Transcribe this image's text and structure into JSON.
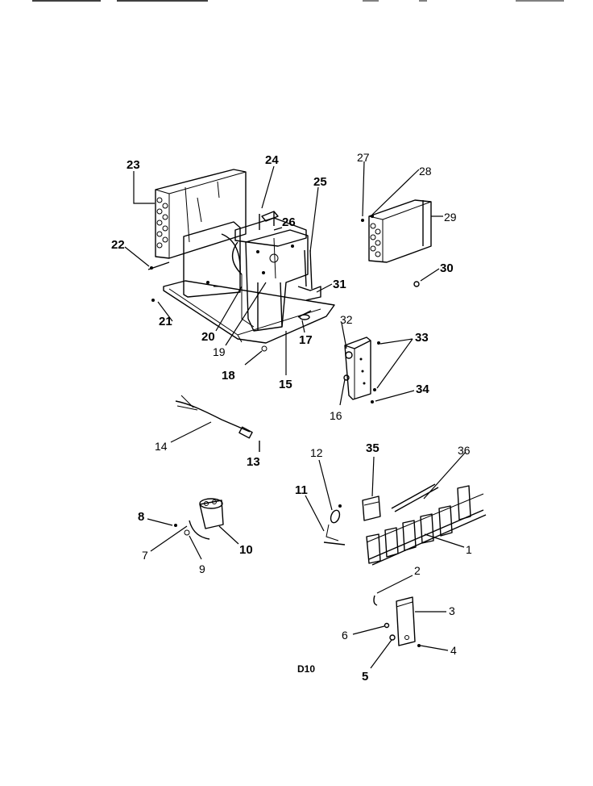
{
  "diagram_code": "D10",
  "callouts": [
    {
      "id": "23",
      "text": "23"
    },
    {
      "id": "24",
      "text": "24"
    },
    {
      "id": "25",
      "text": "25"
    },
    {
      "id": "26",
      "text": "26"
    },
    {
      "id": "27",
      "text": "27"
    },
    {
      "id": "28",
      "text": "28"
    },
    {
      "id": "29",
      "text": "29"
    },
    {
      "id": "30",
      "text": "30"
    },
    {
      "id": "22",
      "text": "22"
    },
    {
      "id": "31",
      "text": "31"
    },
    {
      "id": "21",
      "text": "21"
    },
    {
      "id": "20",
      "text": "20"
    },
    {
      "id": "19",
      "text": "19"
    },
    {
      "id": "17",
      "text": "17"
    },
    {
      "id": "32",
      "text": "32"
    },
    {
      "id": "33",
      "text": "33"
    },
    {
      "id": "18",
      "text": "18"
    },
    {
      "id": "15",
      "text": "15"
    },
    {
      "id": "34",
      "text": "34"
    },
    {
      "id": "16",
      "text": "16"
    },
    {
      "id": "14",
      "text": "14"
    },
    {
      "id": "13",
      "text": "13"
    },
    {
      "id": "12",
      "text": "12"
    },
    {
      "id": "35",
      "text": "35"
    },
    {
      "id": "36",
      "text": "36"
    },
    {
      "id": "11",
      "text": "11"
    },
    {
      "id": "8",
      "text": "8"
    },
    {
      "id": "10",
      "text": "10"
    },
    {
      "id": "7",
      "text": "7"
    },
    {
      "id": "9",
      "text": "9"
    },
    {
      "id": "1",
      "text": "1"
    },
    {
      "id": "2",
      "text": "2"
    },
    {
      "id": "3",
      "text": "3"
    },
    {
      "id": "6",
      "text": "6"
    },
    {
      "id": "4",
      "text": "4"
    },
    {
      "id": "5",
      "text": "5"
    }
  ]
}
